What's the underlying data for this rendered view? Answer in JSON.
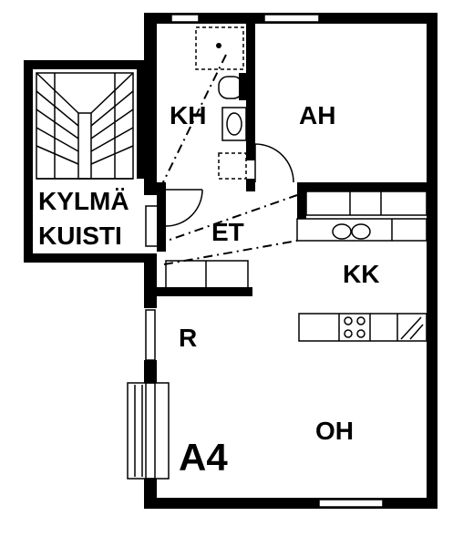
{
  "rooms": {
    "kh": "KH",
    "ah": "AH",
    "et": "ET",
    "kk": "KK",
    "r": "R",
    "oh": "OH",
    "kylma": "KYLMÄ",
    "kuisti": "KUISTI"
  },
  "apartment_code": "A4",
  "colors": {
    "ink": "#000000",
    "paper": "#ffffff"
  },
  "icons": [
    "stair-icon",
    "toilet-icon",
    "sink-icon",
    "shower-icon",
    "stove-icon",
    "door-swing-icon",
    "window-icon"
  ]
}
